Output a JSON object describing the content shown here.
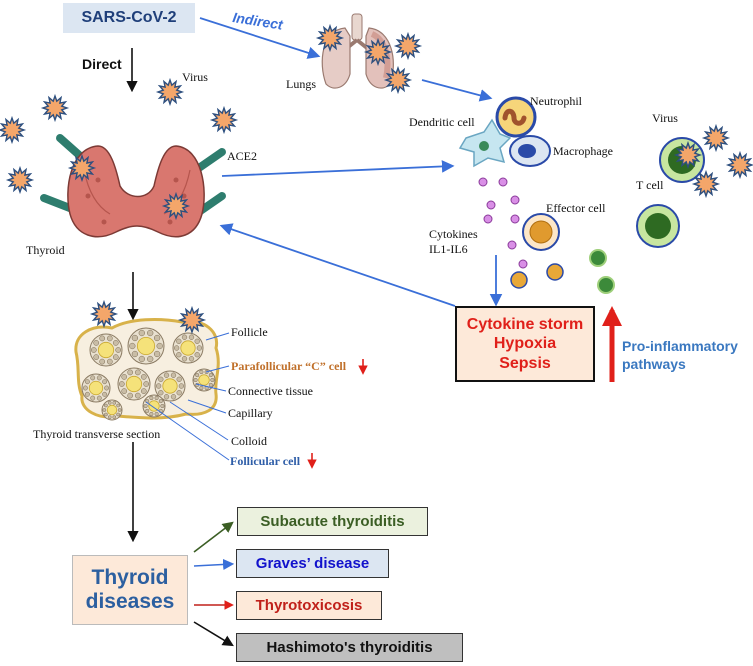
{
  "virus_label": "SARS-CoV-2",
  "route_direct": "Direct",
  "route_indirect": "Indirect",
  "labels": {
    "virus": "Virus",
    "lungs": "Lungs",
    "ace2": "ACE2",
    "thyroid": "Thyroid",
    "neutrophil": "Neutrophil",
    "dendritic": "Dendritic cell",
    "macrophage": "Macrophage",
    "virus_tcell": "Virus",
    "tcell": "T cell",
    "effector": "Effector cell",
    "cytokines_1": "Cytokines",
    "cytokines_2": "IL1-IL6"
  },
  "section": {
    "title": "Thyroid transverse section",
    "follicle": "Follicle",
    "parafollicular": "Parafollicular “C” cell",
    "connective": "Connective tissue",
    "capillary": "Capillary",
    "colloid": "Colloid",
    "follicular": "Follicular cell"
  },
  "storm": {
    "line1": "Cytokine storm",
    "line2": "Hypoxia",
    "line3": "Sepsis"
  },
  "pathways": {
    "line1": "Pro-inflammatory",
    "line2": "pathways"
  },
  "outcome": {
    "line1": "Thyroid",
    "line2": "diseases"
  },
  "diseases": [
    {
      "label": "Subacute thyroiditis",
      "color": "#3b5e24"
    },
    {
      "label": "Graves’ disease",
      "color": "#1212cc"
    },
    {
      "label": "Thyrotoxicosis",
      "color": "#c0201a"
    },
    {
      "label": "Hashimoto's thyroiditis",
      "color": "#111111"
    }
  ],
  "colors": {
    "arrow_blue": "#3a6fd8",
    "arrow_black": "#111111",
    "arrow_red": "#e0201a",
    "arrow_green": "#3b5e24",
    "virus_fill": "#f4a66a",
    "virus_spike": "#2d4f7f",
    "thyroid_fill": "#d9776f"
  }
}
